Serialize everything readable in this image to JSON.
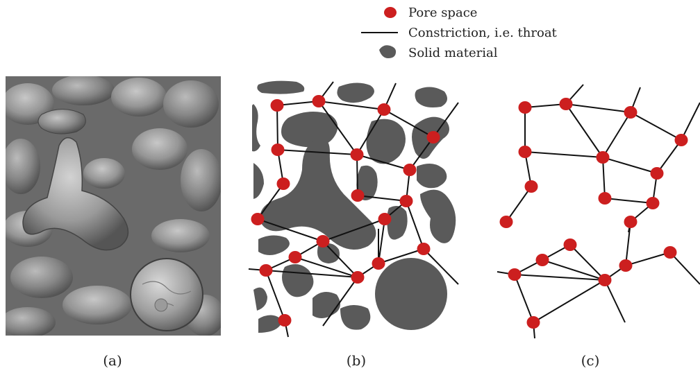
{
  "legend": {
    "pore": "Pore space",
    "throat": "Constriction, i.e. throat",
    "solid": "Solid material"
  },
  "captions": {
    "a": "(a)",
    "b": "(b)",
    "c": "(c)"
  },
  "colors": {
    "pore": "#cc1f1f",
    "solid": "#5a5a5a",
    "throat": "#111111",
    "sem_background": "#6e6e6e"
  }
}
